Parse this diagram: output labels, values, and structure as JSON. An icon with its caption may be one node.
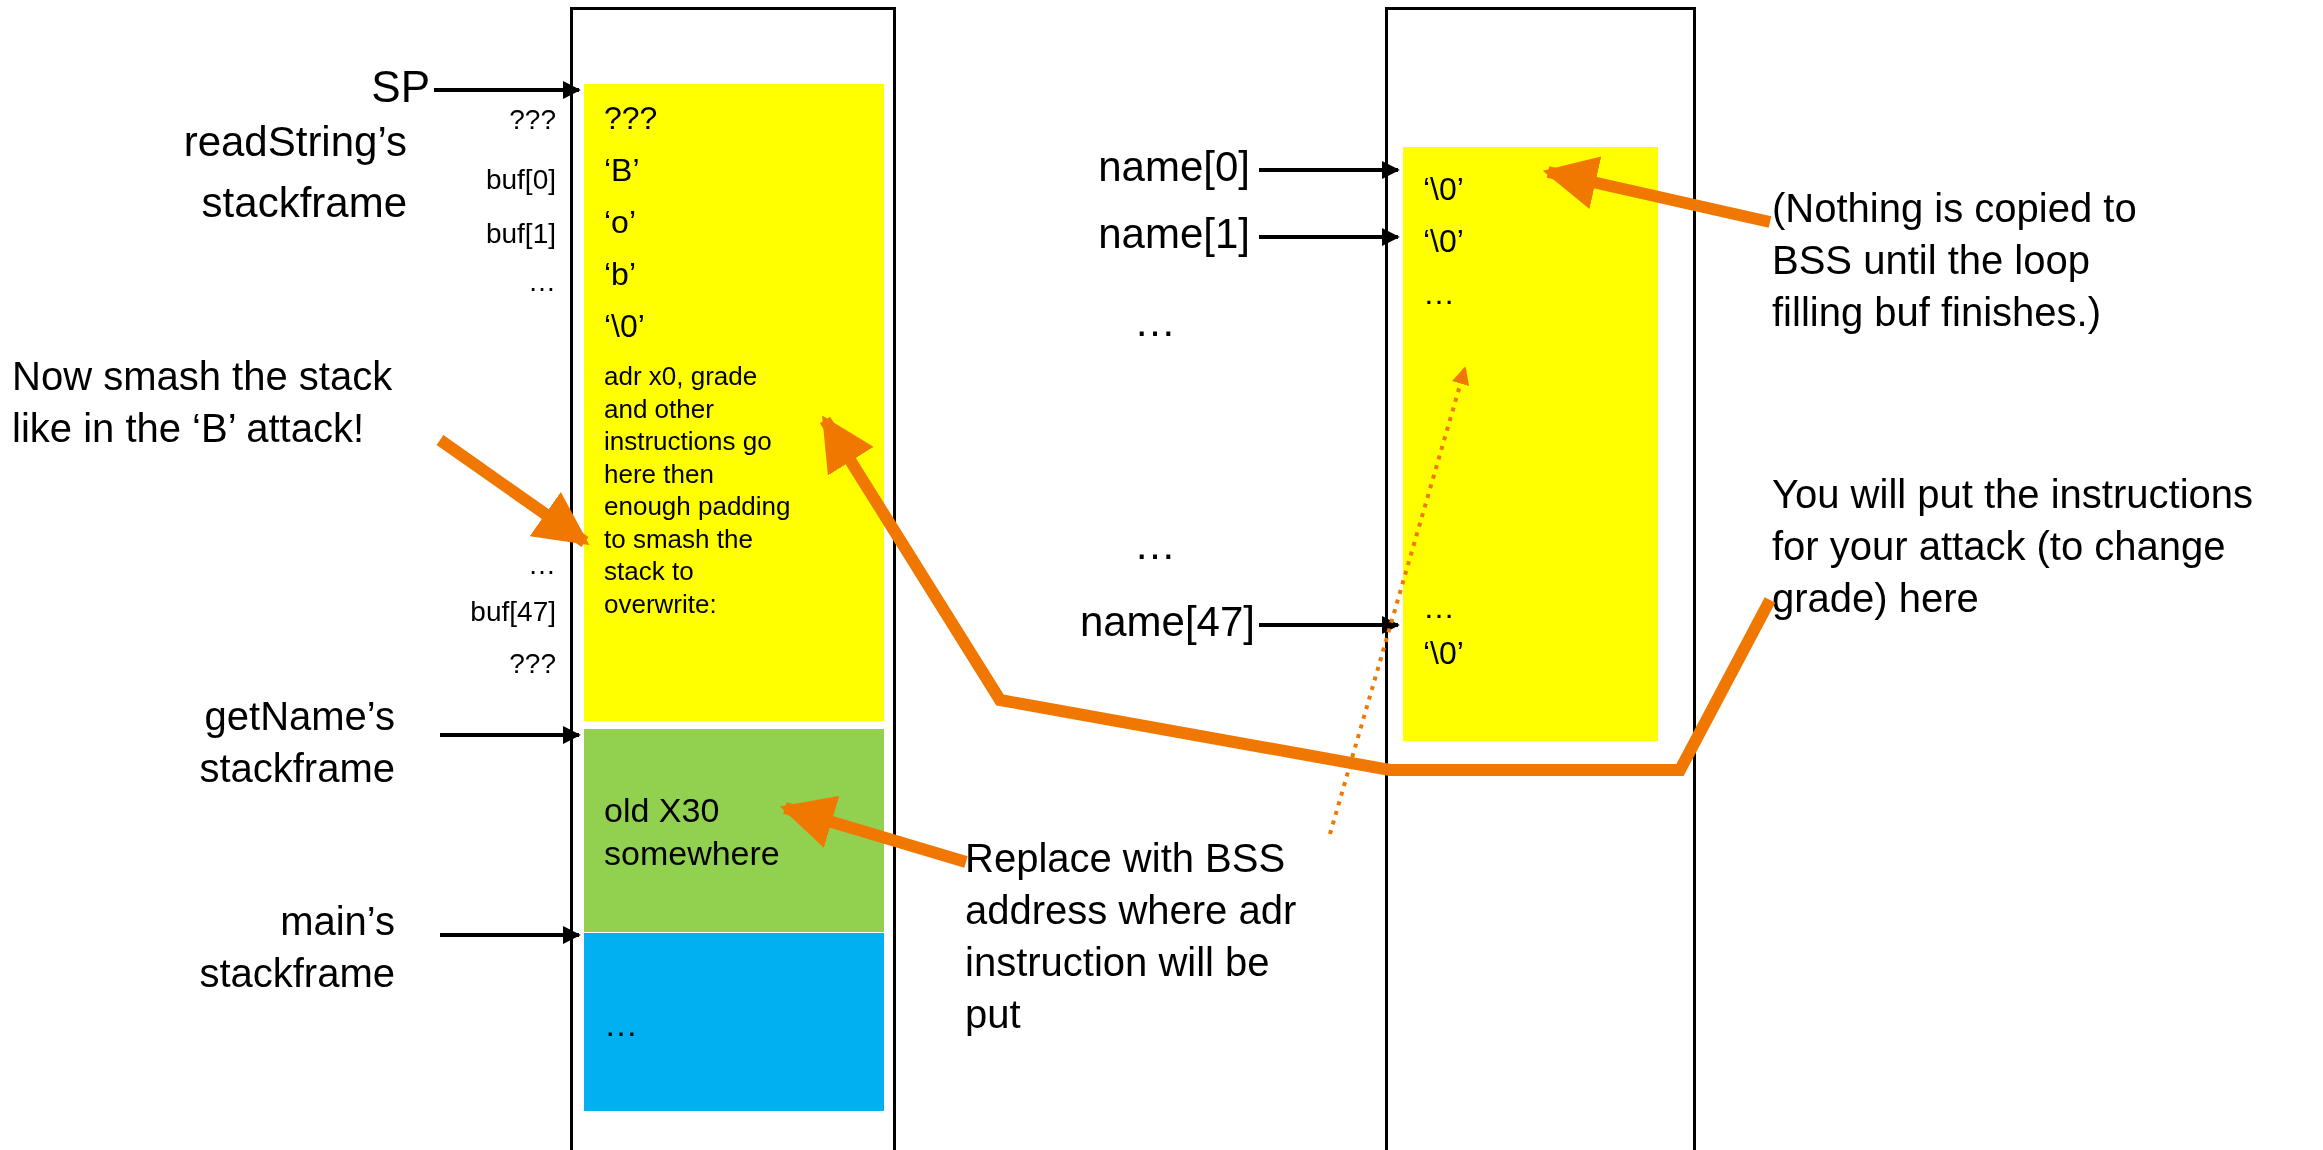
{
  "diagram": {
    "nodes": [
      {
        "text": [],
        "shape": "box"
      },
      {
        "text": [
          "???",
          "‘B’",
          "‘o’",
          "‘b’",
          "‘\\0’",
          "adr x0, grade and other instructions go here then enough padding to smash the stack to overwrite:"
        ],
        "in": 0
      },
      {
        "text": [
          "old X30 somewhere"
        ],
        "in": 0
      },
      {
        "text": [
          "…"
        ],
        "in": 0
      },
      {
        "text": [],
        "shape": "box"
      },
      {
        "text": [
          "‘\\0’",
          "‘\\0’",
          "…",
          "…",
          "‘\\0’"
        ],
        "in": 4
      },
      {
        "text": [
          "SP"
        ]
      },
      {
        "text": [
          "getName’s stackframe"
        ]
      },
      {
        "text": [
          "main’s stackframe"
        ]
      },
      {
        "text": [
          "name[0]"
        ]
      },
      {
        "text": [
          "name[1]"
        ]
      },
      {
        "text": [
          "name[47]"
        ]
      },
      {
        "text": [
          "Now smash the stack like in the ‘B’ attack!"
        ]
      },
      {
        "text": [
          "(Nothing is copied to BSS until the loop filling buf finishes.)"
        ]
      },
      {
        "text": [
          "You will put the instructions for your attack (to change grade) here"
        ]
      },
      {
        "text": [
          "Replace with BSS address where adr instruction will be put"
        ]
      }
    ],
    "edges": [
      {
        "from": 6,
        "to": 1,
        "arrow": "to"
      },
      {
        "from": 7,
        "to": 2,
        "arrow": "to"
      },
      {
        "from": 8,
        "to": 3,
        "arrow": "to"
      },
      {
        "from": 9,
        "to": 5,
        "arrow": "to"
      },
      {
        "from": 10,
        "to": 5,
        "arrow": "to"
      },
      {
        "from": 11,
        "to": 5,
        "arrow": "to"
      },
      {
        "from": 12,
        "to": 1,
        "arrow": "to",
        "style": "thick",
        "color": "#f07800"
      },
      {
        "from": 13,
        "to": 5,
        "arrow": "to",
        "style": "thick",
        "color": "#f07800"
      },
      {
        "from": 14,
        "to": 1,
        "arrow": "to",
        "style": "thick",
        "color": "#f07800"
      },
      {
        "from": 15,
        "to": 2,
        "arrow": "to",
        "style": "thick",
        "color": "#f07800"
      },
      {
        "from": 15,
        "to": 5,
        "arrow": "to",
        "style": "dashed",
        "color": "#f07800"
      }
    ],
    "labels": [
      "???",
      "readString’s stackframe",
      "buf[0]",
      "buf[1]",
      "…",
      "…",
      "…",
      "…",
      "buf[47]",
      "???"
    ]
  }
}
